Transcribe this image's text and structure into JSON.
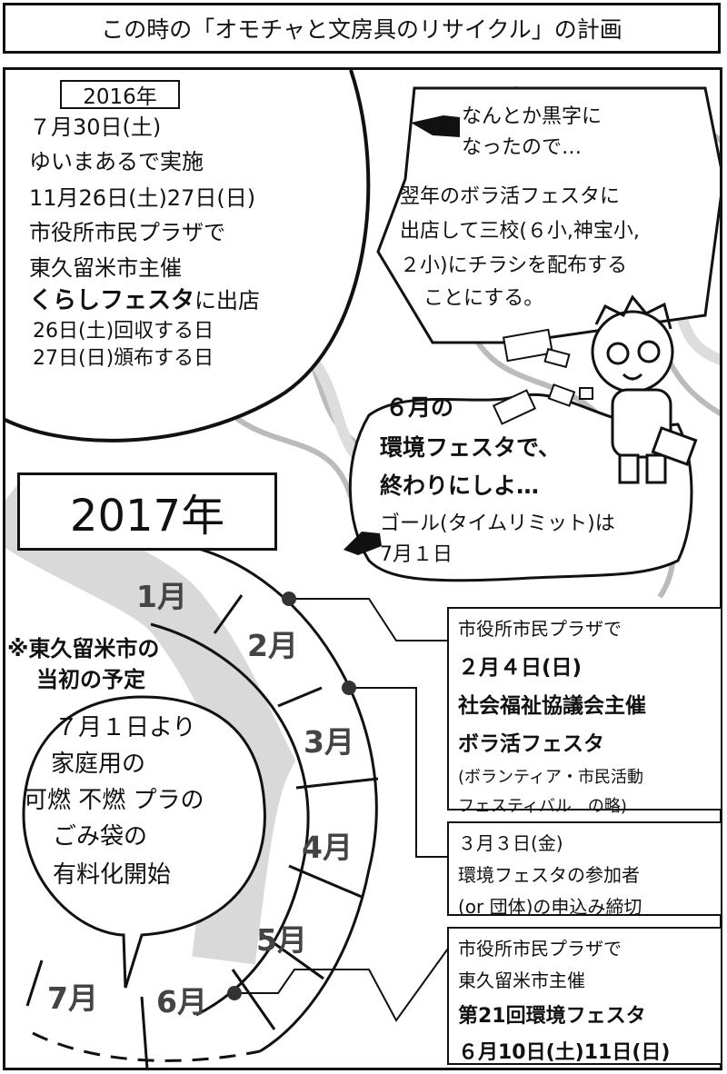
{
  "title": "この時の「オモチャと文房具のリサイクル」の計画",
  "year_2016": {
    "label": "2016年",
    "lines": [
      "７月30日(土)",
      "ゆいまあるで実施",
      "11月26日(土)27日(日)",
      "市役所市民プラザで",
      "東久留米市主催"
    ],
    "event_name": "くらしフェスタ",
    "event_suffix": "に出店",
    "sub_lines": [
      "26日(土)回収する日",
      "27日(日)頒布する日"
    ]
  },
  "thought": {
    "line1": "なんとか黒字に",
    "line2": "なったので…",
    "body": [
      "翌年のボラ活フェスタに",
      "出店して三校(６小,神宝小,",
      "２小)にチラシを配布する",
      "ことにする。"
    ]
  },
  "speech": {
    "lines": [
      "６月の",
      "環境フェスタで、",
      "終わりにしよ…"
    ],
    "goal_line1": "ゴール(タイムリミット)は",
    "goal_line2": "7月１日"
  },
  "year_2017": "2017年",
  "months": [
    "1月",
    "2月",
    "3月",
    "4月",
    "5月",
    "6月",
    "7月"
  ],
  "city_plan": {
    "heading": "※東久留米市の",
    "heading2": "当初の予定",
    "lines": [
      "７月１日より",
      "家庭用の",
      "可燃 不燃 プラの",
      "ごみ袋の",
      "有料化開始"
    ]
  },
  "events": [
    {
      "lines": [
        "市役所市民プラザで"
      ],
      "bold": [
        "２月４日(日)",
        "社会福祉協議会主催",
        "ボラ活フェスタ"
      ],
      "notes": [
        "(ボランティア・市民活動",
        "フェスティバル　の略)"
      ]
    },
    {
      "lines": [
        "３月３日(金)",
        "環境フェスタの参加者",
        "(or 団体)の申込み締切"
      ],
      "bold": [],
      "notes": []
    },
    {
      "lines": [
        "市役所市民プラザで",
        "東久留米市主催"
      ],
      "bold": [
        "第21回環境フェスタ",
        "６月10日(土)11日(日)"
      ],
      "notes": []
    }
  ]
}
